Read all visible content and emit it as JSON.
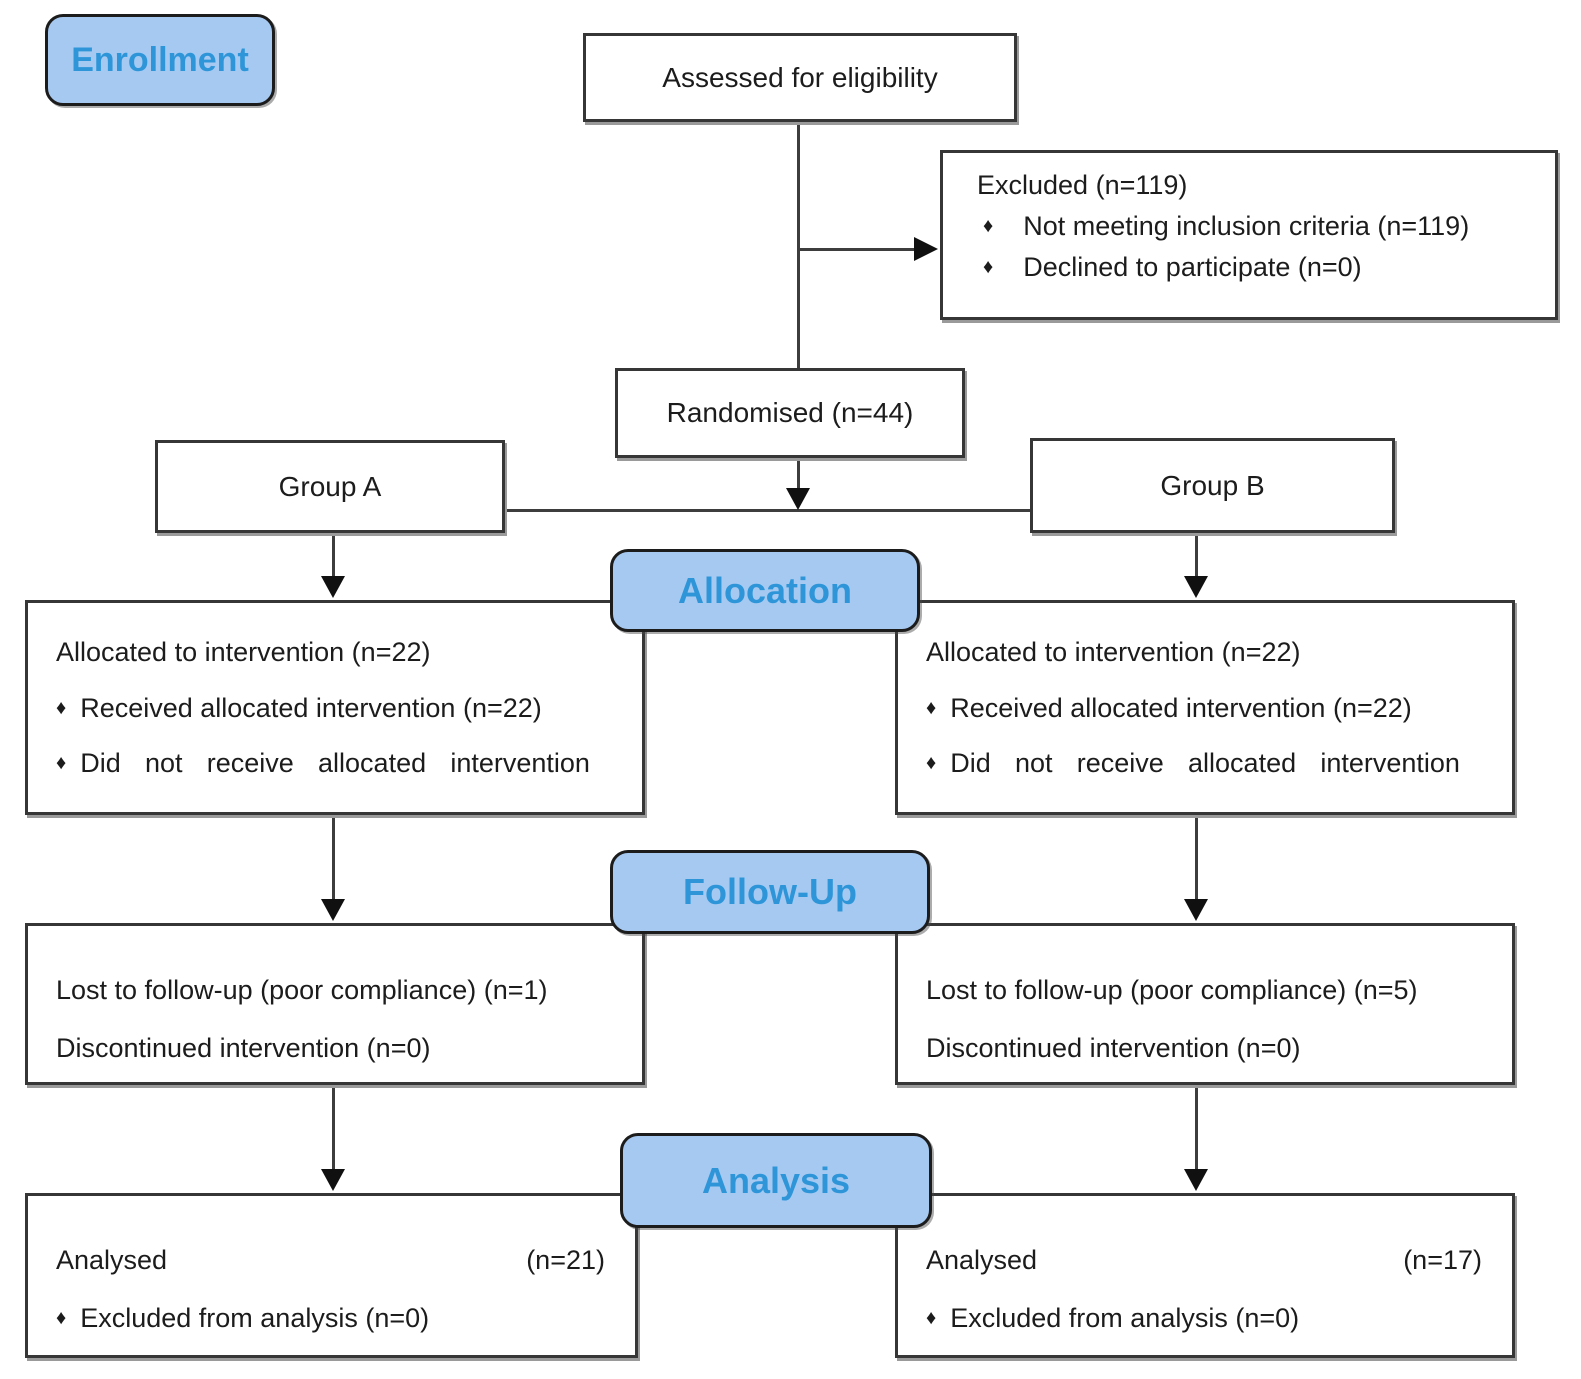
{
  "palette": {
    "badge_fill": "#a6c9f2",
    "badge_text": "#2e96d8",
    "box_border": "#363636",
    "connector": "#3d3d3d",
    "body_text": "#1c1c1c"
  },
  "icons": {
    "bullet": "♦"
  },
  "badges": {
    "enrollment": "Enrollment",
    "allocation": "Allocation",
    "followup": "Follow-Up",
    "analysis": "Analysis"
  },
  "boxes": {
    "assessed": {
      "text": "Assessed for eligibility"
    },
    "excluded": {
      "title": "Excluded (n=119)",
      "bullets": [
        "Not meeting inclusion criteria (n=119)",
        "Declined to participate (n=0)"
      ]
    },
    "randomised": {
      "text": "Randomised (n=44)"
    },
    "group_a": {
      "text": "Group A"
    },
    "group_b": {
      "text": "Group B"
    },
    "alloc_left": {
      "title": "Allocated to intervention (n=22)",
      "bullets": [
        "Received allocated intervention (n=22)",
        "Did not receive allocated intervention"
      ]
    },
    "alloc_right": {
      "title": "Allocated to intervention (n=22)",
      "bullets": [
        "Received allocated intervention (n=22)",
        "Did not receive allocated intervention"
      ]
    },
    "fu_left": {
      "lines": [
        "Lost to follow-up (poor compliance) (n=1)",
        "Discontinued intervention (n=0)"
      ]
    },
    "fu_right": {
      "lines": [
        "Lost to follow-up (poor compliance) (n=5)",
        "Discontinued intervention (n=0)"
      ]
    },
    "an_left": {
      "label": "Analysed",
      "n": "(n=21)",
      "bullets": [
        "Excluded from analysis (n=0)"
      ]
    },
    "an_right": {
      "label": "Analysed",
      "n": "(n=17)",
      "bullets": [
        "Excluded from analysis (n=0)"
      ]
    }
  }
}
